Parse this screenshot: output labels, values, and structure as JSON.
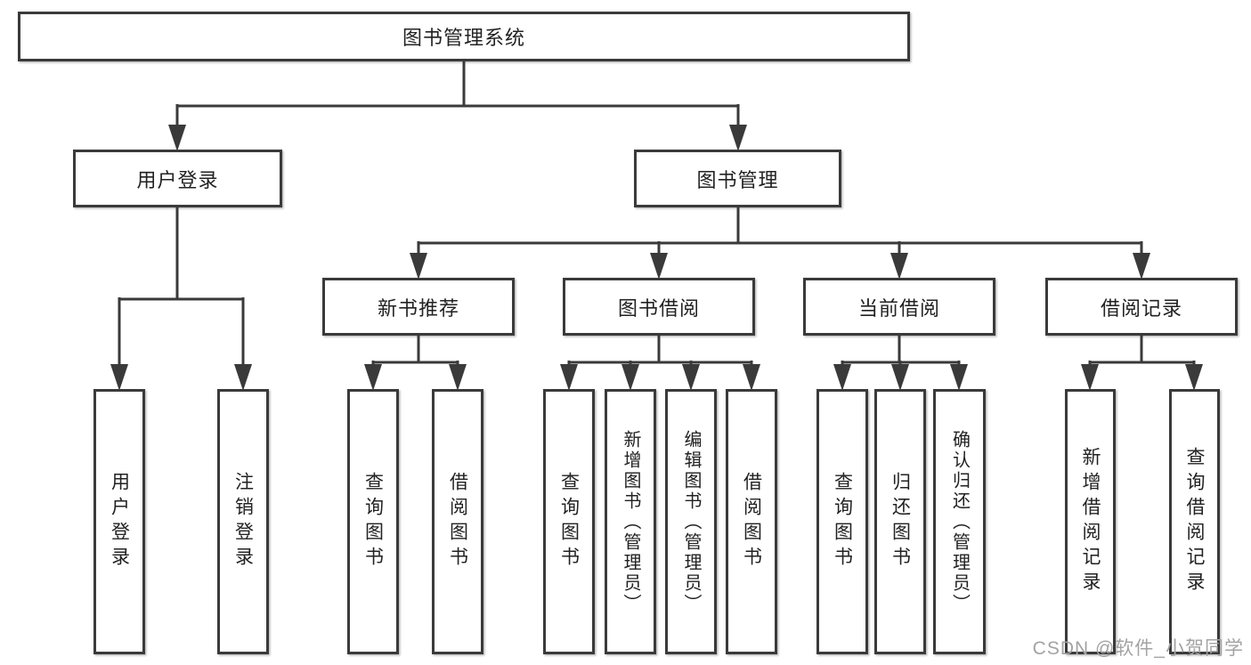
{
  "diagram_title": "图书管理系统",
  "nodes": {
    "root": "图书管理系统",
    "user_login": "用户登录",
    "book_management": "图书管理",
    "new_book_recommend": "新书推荐",
    "book_borrow": "图书借阅",
    "current_borrow": "当前借阅",
    "borrow_record": "借阅记录",
    "login": "用户登录",
    "logout": "注销登录",
    "nb_query_book": "查询图书",
    "nb_borrow_book": "借阅图书",
    "bb_query_book": "查询图书",
    "bb_add_book": "新增图书（管理员）",
    "bb_edit_book": "编辑图书（管理员）",
    "bb_borrow_book": "借阅图书",
    "cb_query_book": "查询图书",
    "cb_return_book": "归还图书",
    "cb_confirm_return": "确认归还（管理员）",
    "br_add_record": "新增借阅记录",
    "br_query_record": "查询借阅记录"
  },
  "hierarchy": {
    "图书管理系统": {
      "用户登录": [
        "用户登录",
        "注销登录"
      ],
      "图书管理": {
        "新书推荐": [
          "查询图书",
          "借阅图书"
        ],
        "图书借阅": [
          "查询图书",
          "新增图书（管理员）",
          "编辑图书（管理员）",
          "借阅图书"
        ],
        "当前借阅": [
          "查询图书",
          "归还图书",
          "确认归还（管理员）"
        ],
        "借阅记录": [
          "新增借阅记录",
          "查询借阅记录"
        ]
      }
    }
  },
  "watermark": "CSDN @软件_小贺同学",
  "colors": {
    "line": "#3a3a3a",
    "text": "#222222",
    "box_fill": "#ffffff",
    "background": "#ffffff",
    "watermark": "#a3a3a3"
  }
}
